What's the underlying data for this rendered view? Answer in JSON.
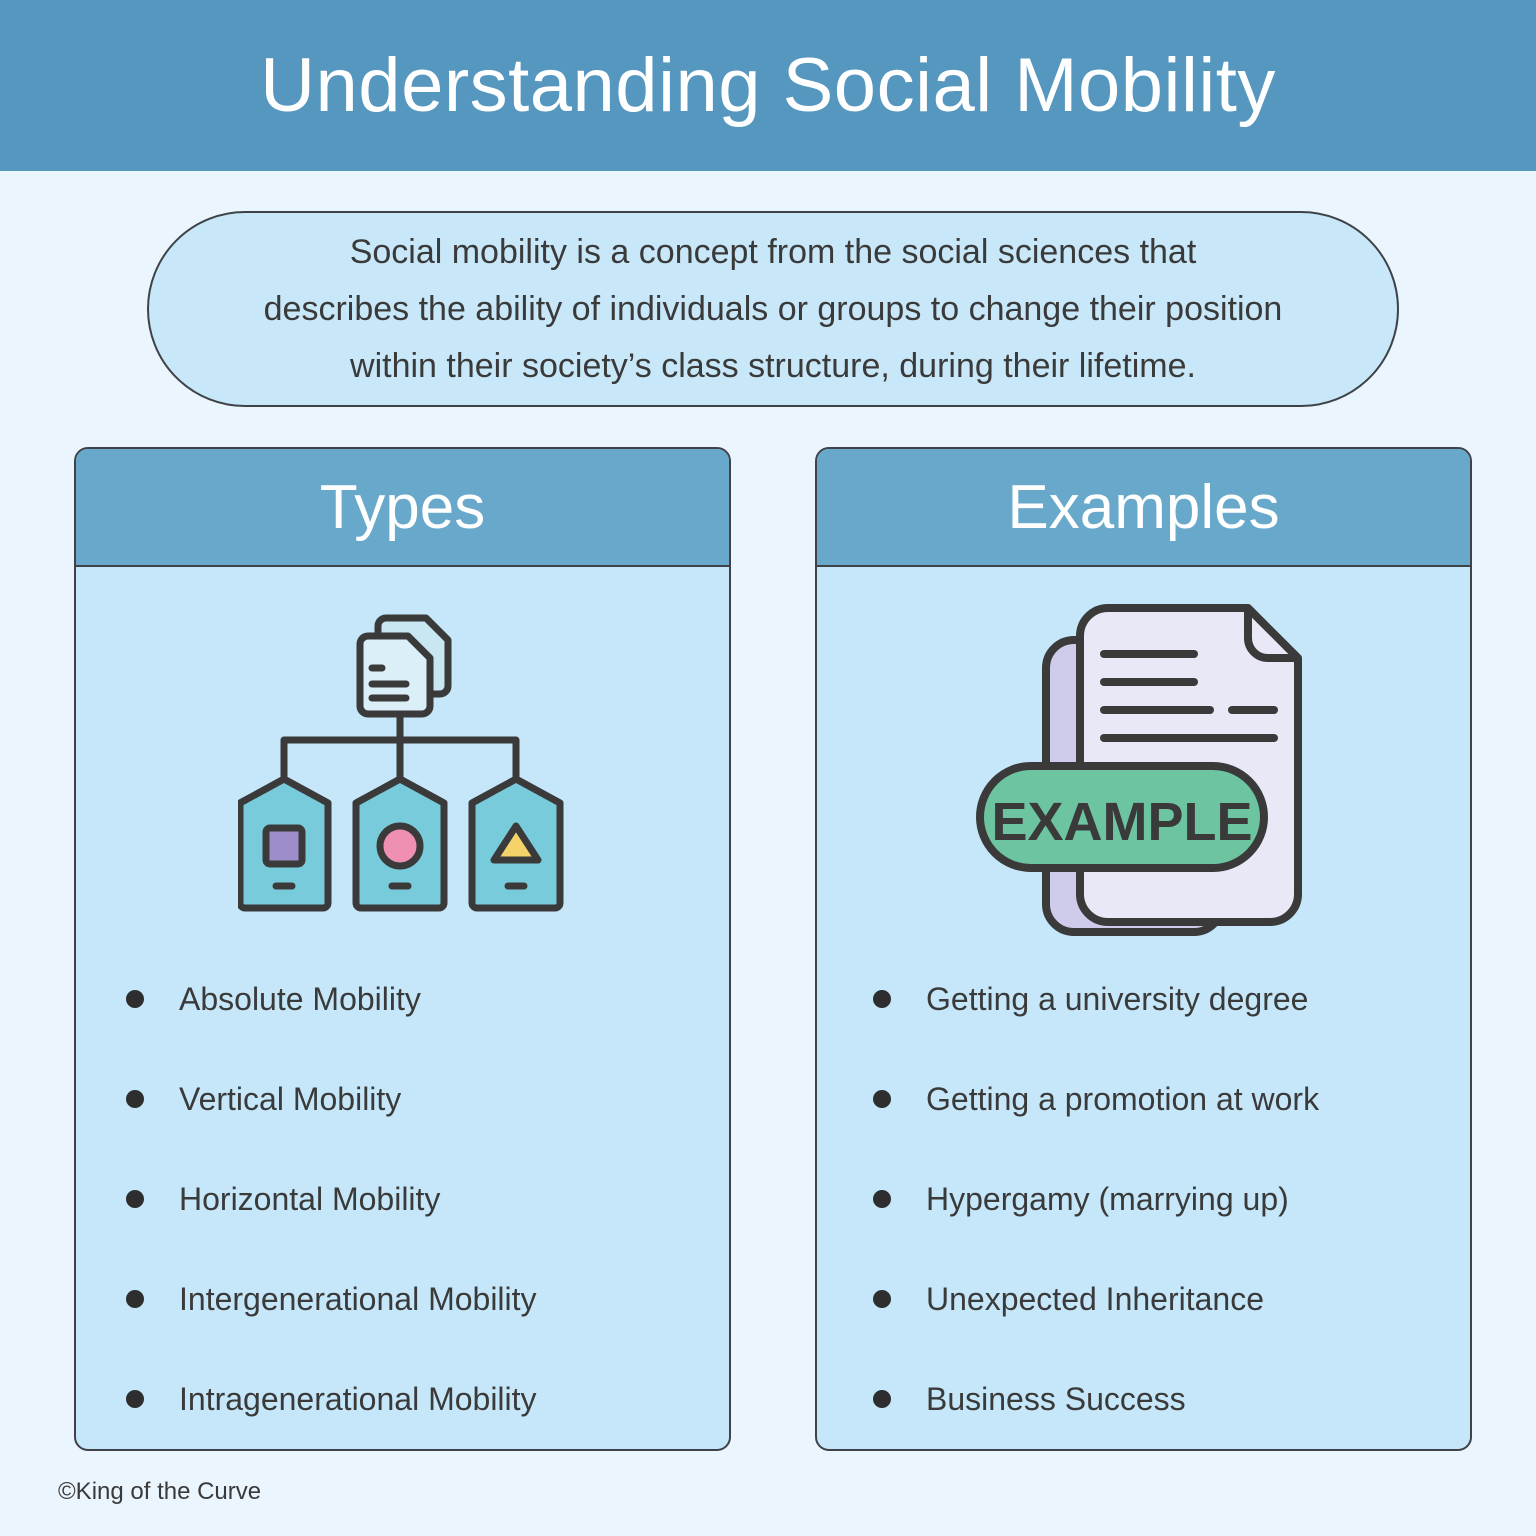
{
  "header": {
    "title": "Understanding Social Mobility"
  },
  "intro": {
    "lines": [
      "Social mobility is a concept from the social sciences that",
      "describes the ability of individuals or groups to change their position",
      "within their society’s class structure, during their lifetime."
    ]
  },
  "types": {
    "title": "Types",
    "icon": "hierarchy-icon",
    "items": [
      "Absolute Mobility",
      "Vertical Mobility",
      "Horizontal Mobility",
      "Intergenerational Mobility",
      "Intragenerational Mobility"
    ]
  },
  "examples": {
    "title": "Examples",
    "icon": "example-document-icon",
    "badge": "EXAMPLE",
    "items": [
      "Getting a university degree",
      "Getting a promotion at work",
      "Hypergamy (marrying up)",
      "Unexpected Inheritance",
      "Business Success"
    ]
  },
  "footer": {
    "copyright": "©King of the Curve"
  },
  "colors": {
    "header_bg": "#5597bf",
    "page_bg": "#eaf5fd",
    "card_bg": "#c5e7f9",
    "card_header_bg": "#68a9cb",
    "outline": "#3f4347"
  }
}
